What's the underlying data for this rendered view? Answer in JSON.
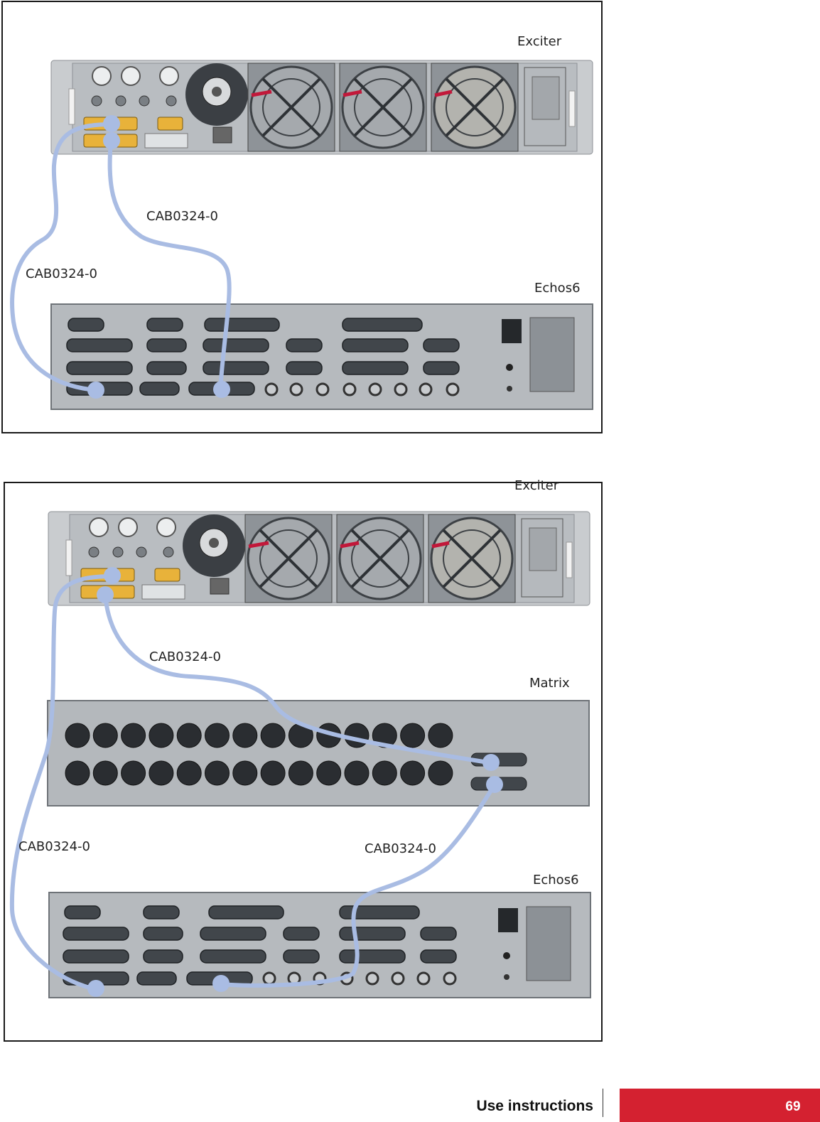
{
  "diagram1": {
    "exciter_label": "Exciter",
    "echos_label": "Echos6",
    "cable_label_right": "CAB0324-0",
    "cable_label_left": "CAB0324-0"
  },
  "diagram2": {
    "exciter_label": "Exciter",
    "matrix_label": "Matrix",
    "echos_label": "Echos6",
    "cable_label_top": "CAB0324-0",
    "cable_label_left": "CAB0324-0",
    "cable_label_right": "CAB0324-0"
  },
  "footer": {
    "section_title": "Use instructions",
    "page_number": "69"
  },
  "colors": {
    "cable": "#a9bce3",
    "accent": "#d42130",
    "panel": "#b8bcc0",
    "connector_yellow": "#e8b23a"
  }
}
